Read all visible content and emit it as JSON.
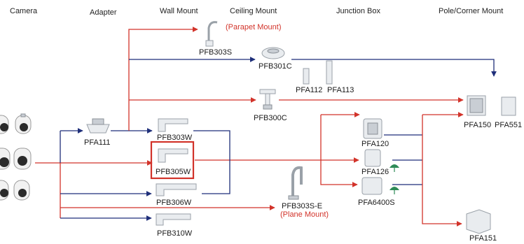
{
  "headers": {
    "camera": "Camera",
    "adapter": "Adapter",
    "wall": "Wall Mount",
    "ceiling": "Ceiling Mount",
    "junction": "Junction Box",
    "pole": "Pole/Corner Mount"
  },
  "labels": {
    "pfa111": "PFA111",
    "pfb303s": "PFB303S",
    "parapet": "(Parapet Mount)",
    "pfb301c": "PFB301C",
    "pfa112": "PFA112",
    "pfa113": "PFA113",
    "pfb300c": "PFB300C",
    "pfb303w": "PFB303W",
    "pfb305w": "PFB305W",
    "pfb306w": "PFB306W",
    "pfb310w": "PFB310W",
    "pfb303se": "PFB303S-E",
    "plane": "(Plane Mount)",
    "pfa120": "PFA120",
    "pfa126": "PFA126",
    "pfa6400s": "PFA6400S",
    "pfa150": "PFA150",
    "pfa551": "PFA551",
    "pfa151": "PFA151"
  },
  "colors": {
    "blue_line": "#1f2f7a",
    "red_line": "#d2332a",
    "highlight_box": "#d2332a",
    "umbrella": "#2e8b57"
  }
}
